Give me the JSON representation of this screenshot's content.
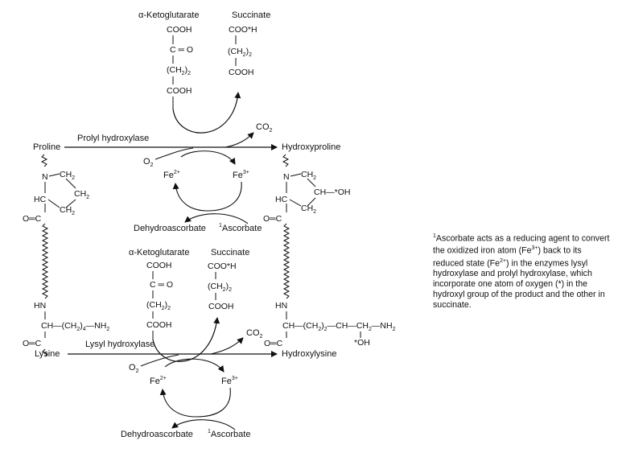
{
  "top": {
    "akg_label": "α-Ketoglutarate",
    "succ_label": "Succinate",
    "enzyme": "Prolyl hydroxylase",
    "substrate": "Proline",
    "product": "Hydroxyproline",
    "o2": "O",
    "o2_sub": "2",
    "co2": "CO",
    "co2_sub": "2",
    "fe_red": "Fe",
    "fe_red_charge": "2+",
    "fe_ox": "Fe",
    "fe_ox_charge": "3+",
    "dehydro": "Dehydroascorbate",
    "asc_mark": "1",
    "asc": "Ascorbate"
  },
  "bottom": {
    "akg_label": "α-Ketoglutarate",
    "succ_label": "Succinate",
    "enzyme": "Lysyl hydroxylase",
    "substrate": "Lysine",
    "product": "Hydroxylysine",
    "o2": "O",
    "o2_sub": "2",
    "co2": "CO",
    "co2_sub": "2",
    "fe_red": "Fe",
    "fe_red_charge": "2+",
    "fe_ox": "Fe",
    "fe_ox_charge": "3+",
    "dehydro": "Dehydroascorbate",
    "asc_mark": "1",
    "asc": "Ascorbate"
  },
  "chem": {
    "cooh": "COOH",
    "c_eq_o": "C ═ O",
    "ch2_2": "(CH",
    "sub2": "2",
    "close2": ")",
    "coo_star_h": "COO*H",
    "n": "N",
    "ch2": "CH",
    "hc": "HC",
    "oc": "O═C",
    "ch_star_oh": "CH—*OH",
    "hn": "HN",
    "lys_chain": "CH—(CH",
    "lys_chain_sub": "2",
    "lys_chain_end": ")",
    "lys_chain_sub2": "4",
    "lys_nh2": "—NH",
    "hyl_chain": "CH—(CH",
    "hyl_chain_mid": ")",
    "hyl_ch": "—CH—CH",
    "hyl_nh2": "—NH",
    "star_oh": "*OH"
  },
  "note": {
    "mark": "1",
    "text_a": "Ascorbate acts as a reducing agent to convert the oxidized iron atom (Fe",
    "fe3": "3+",
    "text_b": ") back to its reduced state (Fe",
    "fe2": "2+",
    "text_c": ") in the enzymes lysyl hydroxylase and prolyl hydroxylase, which incorporate one atom of oxygen (*) in the hydroxyl group of the product and the other in succinate."
  }
}
